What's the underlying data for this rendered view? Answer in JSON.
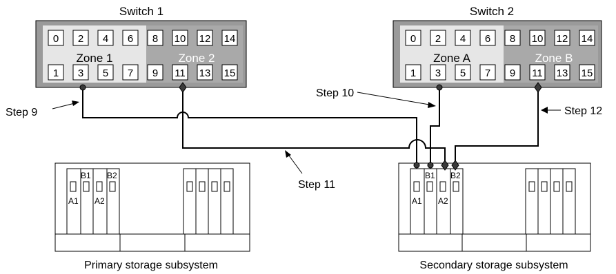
{
  "switches": [
    {
      "title": "Switch 1",
      "zone_left": "Zone 1",
      "zone_right": "Zone 2",
      "ports_top": [
        "0",
        "2",
        "4",
        "6",
        "8",
        "10",
        "12",
        "14"
      ],
      "ports_bottom": [
        "1",
        "3",
        "5",
        "7",
        "9",
        "11",
        "13",
        "15"
      ]
    },
    {
      "title": "Switch 2",
      "zone_left": "Zone A",
      "zone_right": "Zone B",
      "ports_top": [
        "0",
        "2",
        "4",
        "6",
        "8",
        "10",
        "12",
        "14"
      ],
      "ports_bottom": [
        "1",
        "3",
        "5",
        "7",
        "9",
        "11",
        "13",
        "15"
      ]
    }
  ],
  "steps": {
    "step9": "Step 9",
    "step10": "Step 10",
    "step11": "Step 11",
    "step12": "Step 12"
  },
  "subsystems": [
    {
      "caption": "Primary storage subsystem",
      "port_labels": {
        "a1": "A1",
        "b1": "B1",
        "a2": "A2",
        "b2": "B2"
      }
    },
    {
      "caption": "Secondary storage subsystem",
      "port_labels": {
        "a1": "A1",
        "b1": "B1",
        "a2": "A2",
        "b2": "B2"
      }
    }
  ]
}
